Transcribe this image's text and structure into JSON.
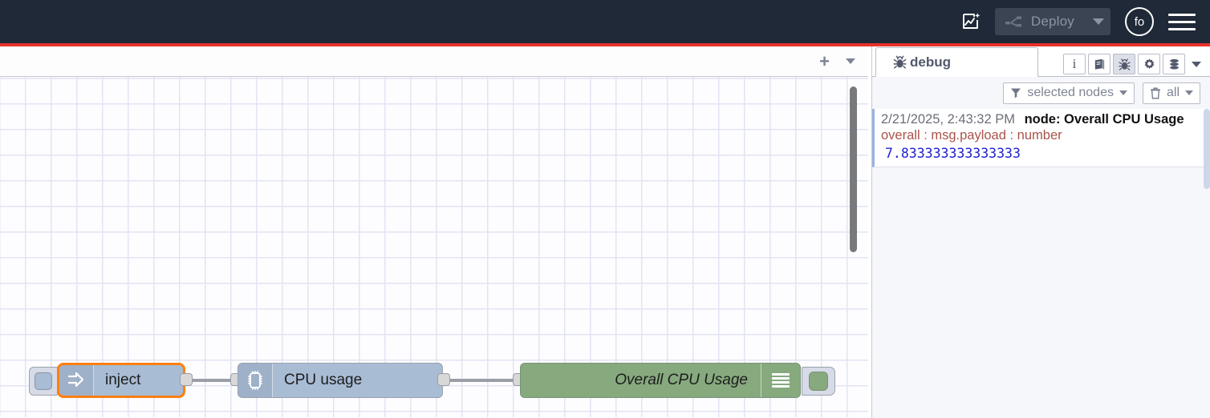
{
  "header": {
    "ai_icon": "ai-flow-sparkle-icon",
    "deploy": {
      "label": "Deploy",
      "icon": "deploy-icon",
      "caret_icon": "chevron-down-icon",
      "disabled": true
    },
    "avatar": {
      "initials": "fo",
      "icon": "user-avatar"
    },
    "menu_icon": "hamburger-menu-icon",
    "background": "#1f2937",
    "accent_rule": "#e8312a"
  },
  "workspace": {
    "tabbar": {
      "add_label": "+",
      "add_icon": "plus-icon",
      "list_icon": "chevron-down-icon"
    },
    "canvas": {
      "grid_color": "#e3e4f3",
      "background": "#fdfdff"
    },
    "nodes": [
      {
        "id": "inject",
        "label": "inject",
        "icon": "inject-arrow-icon",
        "color": "#a8bcd4",
        "selected": true,
        "selection_color": "#ff7f0e",
        "has_button": true
      },
      {
        "id": "cpu",
        "label": "CPU usage",
        "icon": "cpu-chip-icon",
        "color": "#a8bcd4",
        "selected": false
      },
      {
        "id": "debug",
        "label": "Overall CPU Usage",
        "icon": "debug-lines-icon",
        "color": "#86a97e",
        "selected": false,
        "has_toggle": true
      }
    ]
  },
  "sidebar": {
    "tabs": [
      {
        "label": "debug",
        "icon": "bug-icon",
        "active": true
      }
    ],
    "tab_icons": [
      {
        "name": "info-icon",
        "glyph": "i",
        "active": false
      },
      {
        "name": "help-book-icon",
        "glyph": "book",
        "active": false
      },
      {
        "name": "bug-icon",
        "glyph": "bug",
        "active": true
      },
      {
        "name": "gear-icon",
        "glyph": "gear",
        "active": false
      },
      {
        "name": "context-data-icon",
        "glyph": "stack",
        "active": false
      },
      {
        "name": "chevron-down-icon",
        "glyph": "caret",
        "active": false
      }
    ],
    "toolbar": {
      "filter": {
        "label": "selected nodes",
        "icon": "funnel-icon",
        "caret": "chevron-down-icon"
      },
      "clear": {
        "label": "all",
        "icon": "trash-icon",
        "caret": "chevron-down-icon"
      }
    },
    "messages": [
      {
        "timestamp": "2/21/2025, 2:43:32 PM",
        "node": "node: Overall CPU Usage",
        "topic": "overall : msg.payload : number",
        "value": "7.833333333333333"
      }
    ]
  }
}
